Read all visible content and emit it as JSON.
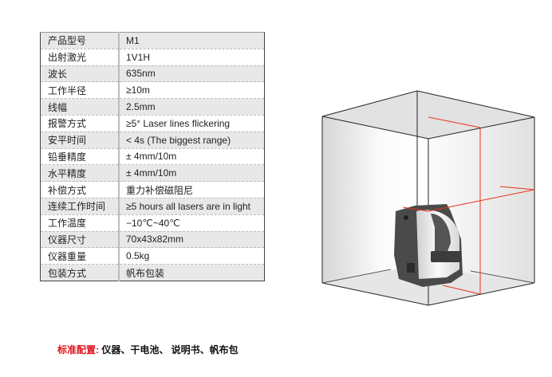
{
  "specs": [
    {
      "label": "产品型号",
      "value": "M1"
    },
    {
      "label": "出射激光",
      "value": "1V1H"
    },
    {
      "label": "波长",
      "value": "635nm"
    },
    {
      "label": "工作半径",
      "value": "≥10m"
    },
    {
      "label": "线幅",
      "value": "2.5mm"
    },
    {
      "label": "报警方式",
      "value": "≥5°  Laser lines flickering"
    },
    {
      "label": "安平时间",
      "value": "< 4s (The biggest range)"
    },
    {
      "label": "铅垂精度",
      "value": "± 4mm/10m"
    },
    {
      "label": "水平精度",
      "value": "± 4mm/10m"
    },
    {
      "label": "补偿方式",
      "value": "重力补偿磁阻尼"
    },
    {
      "label": "连续工作时间",
      "value": "≥5 hours all lasers are in light"
    },
    {
      "label": "工作温度",
      "value": "−10℃~40℃"
    },
    {
      "label": "仪器尺寸",
      "value": "70x43x82mm"
    },
    {
      "label": "仪器重量",
      "value": "0.5kg"
    },
    {
      "label": "包装方式",
      "value": "帆布包装"
    }
  ],
  "standard": {
    "label": "标准配置:",
    "items": " 仪器、干电池、 说明书、帆布包"
  },
  "colors": {
    "laser": "#e8321e",
    "accent": "#e0141e"
  }
}
